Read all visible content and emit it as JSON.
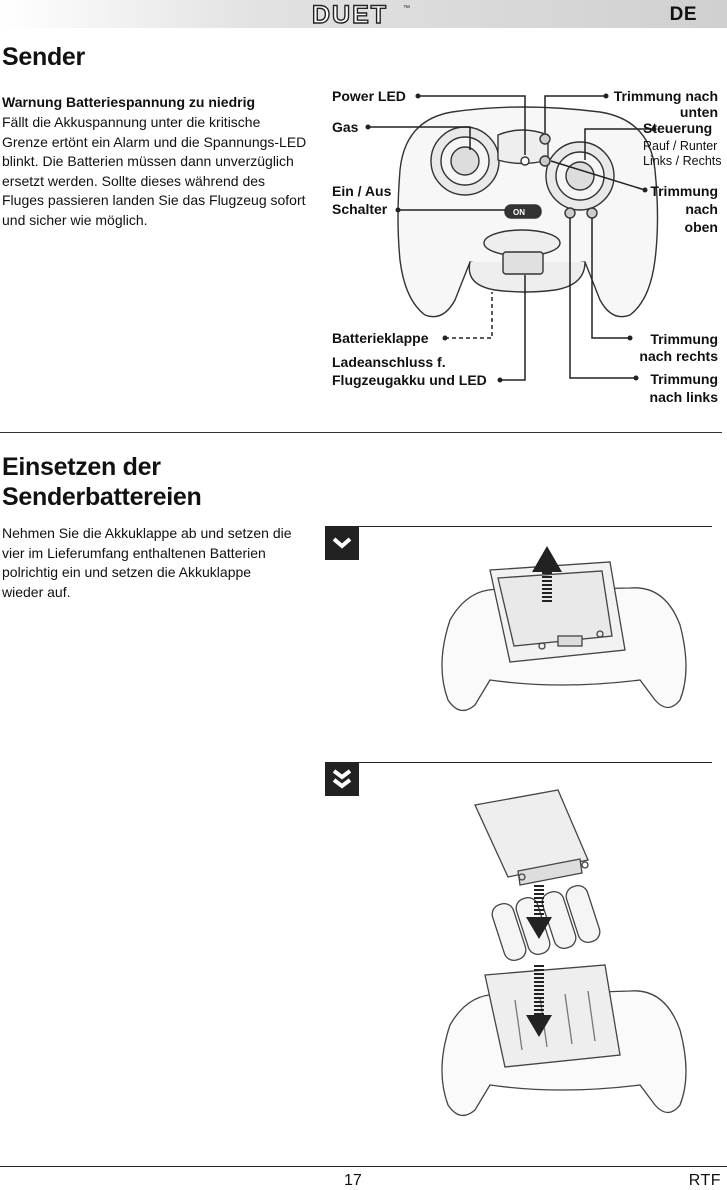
{
  "header": {
    "logo_text": "DUET",
    "logo_tm": "™",
    "language": "DE"
  },
  "sender": {
    "title": "Sender",
    "warning_title": "Warnung Batteriespannung zu niedrig",
    "warning_lines": [
      "Fällt die Akkuspannung unter die kritische",
      "Grenze ertönt ein Alarm und die Spannungs-LED",
      "blinkt. Die Batterien müssen dann unverzüglich",
      "ersetzt werden. Sollte dieses während des",
      "Fluges passieren landen Sie das Flugzeug sofort",
      "und sicher wie möglich."
    ],
    "diagram": {
      "power_led": "Power LED",
      "gas": "Gas",
      "on_off_1": "Ein / Aus",
      "on_off_2": "Schalter",
      "switch_text": "ON",
      "battery_door": "Batterieklappe",
      "charge_1": "Ladeanschluss f.",
      "charge_2": "Flugzeugakku und LED",
      "trim_down_1": "Trimmung nach",
      "trim_down_2": "unten",
      "steering": "Steuerung",
      "steering_note_1": "Rauf / Runter",
      "steering_note_2": "Links / Rechts",
      "trim_up_1": "Trimmung",
      "trim_up_2": "nach",
      "trim_up_3": "oben",
      "trim_right_1": "Trimmung",
      "trim_right_2": "nach rechts",
      "trim_left_1": "Trimmung",
      "trim_left_2": "nach links"
    }
  },
  "batteries": {
    "title_1": "Einsetzen der",
    "title_2": "Senderbattereien",
    "text_lines": [
      "Nehmen Sie die Akkuklappe ab und setzen die",
      "vier im Lieferumfang enthaltenen Batterien",
      "polrichtig ein und setzen die Akkuklappe",
      "wieder auf."
    ]
  },
  "footer": {
    "page": "17",
    "tag": "RTF"
  }
}
